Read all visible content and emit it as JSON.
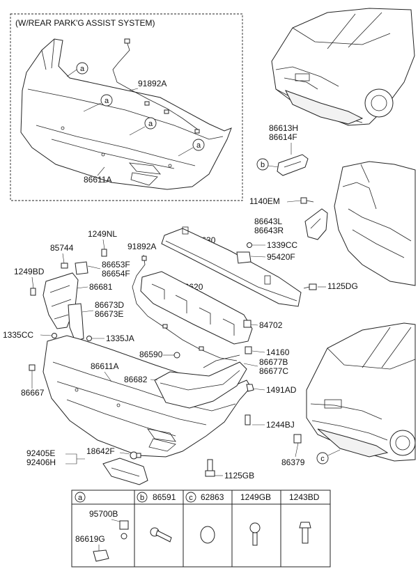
{
  "variant_box": {
    "title": "(W/REAR PARK'G ASSIST SYSTEM)"
  },
  "ref_letters": {
    "a": "a",
    "b": "b",
    "c": "c"
  },
  "labels": {
    "p91892A_top": "91892A",
    "p86611A_top": "86611A",
    "p86613H": "86613H",
    "p86614F": "86614F",
    "p1140EM": "1140EM",
    "p86643L": "86643L",
    "p86643R": "86643R",
    "p1249NL": "1249NL",
    "p85744": "85744",
    "p91892A": "91892A",
    "p86630": "86630",
    "p1339CC": "1339CC",
    "p1249BD": "1249BD",
    "p86653F": "86653F",
    "p86654F": "86654F",
    "p95420F": "95420F",
    "p86681": "86681",
    "p86620": "86620",
    "p1125DG": "1125DG",
    "p86673D": "86673D",
    "p86673E": "86673E",
    "p84702": "84702",
    "p1335CC": "1335CC",
    "p1335JA": "1335JA",
    "p14160": "14160",
    "p86590": "86590",
    "p86677B": "86677B",
    "p86677C": "86677C",
    "p86611A": "86611A",
    "p86682": "86682",
    "p86667": "86667",
    "p1491AD": "1491AD",
    "p1244BJ": "1244BJ",
    "p92405E": "92405E",
    "p92406H": "92406H",
    "p18642F": "18642F",
    "p86379": "86379",
    "p1125GB": "1125GB"
  },
  "legend": {
    "cells": [
      {
        "letter": "a",
        "parts": [
          "95700B",
          "86619G"
        ]
      },
      {
        "letter": "b",
        "part": "86591"
      },
      {
        "letter": "c",
        "part": "62863"
      },
      {
        "part": "1249GB"
      },
      {
        "part": "1243BD"
      }
    ]
  }
}
